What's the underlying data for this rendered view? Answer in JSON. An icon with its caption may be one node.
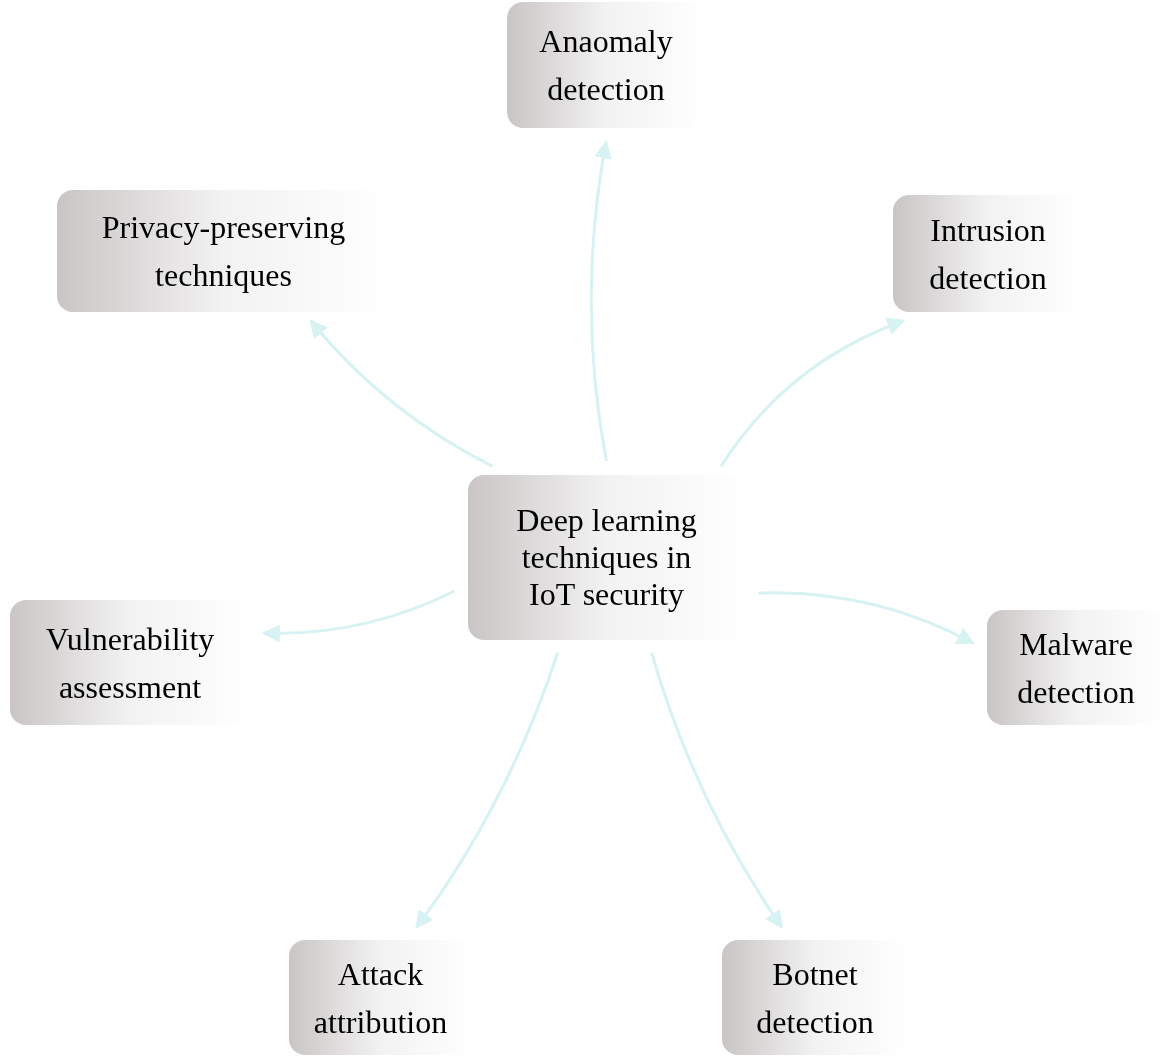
{
  "diagram": {
    "nodes": [
      {
        "text": [
          "Deep learning techniques in IoT security"
        ]
      },
      {
        "text": [
          "Anaomaly detection"
        ]
      },
      {
        "text": [
          "Privacy-preserving techniques"
        ]
      },
      {
        "text": [
          "Intrusion detection"
        ]
      },
      {
        "text": [
          "Vulnerability assessment"
        ]
      },
      {
        "text": [
          "Malware detection"
        ]
      },
      {
        "text": [
          "Attack attribution"
        ]
      },
      {
        "text": [
          "Botnet detection"
        ]
      }
    ],
    "edges": [
      {
        "from": 0,
        "to": 1,
        "arrow": "to"
      },
      {
        "from": 0,
        "to": 2,
        "arrow": "to"
      },
      {
        "from": 0,
        "to": 3,
        "arrow": "to"
      },
      {
        "from": 0,
        "to": 4,
        "arrow": "to"
      },
      {
        "from": 0,
        "to": 5,
        "arrow": "to"
      },
      {
        "from": 0,
        "to": 6,
        "arrow": "to"
      },
      {
        "from": 0,
        "to": 7,
        "arrow": "to"
      }
    ]
  }
}
